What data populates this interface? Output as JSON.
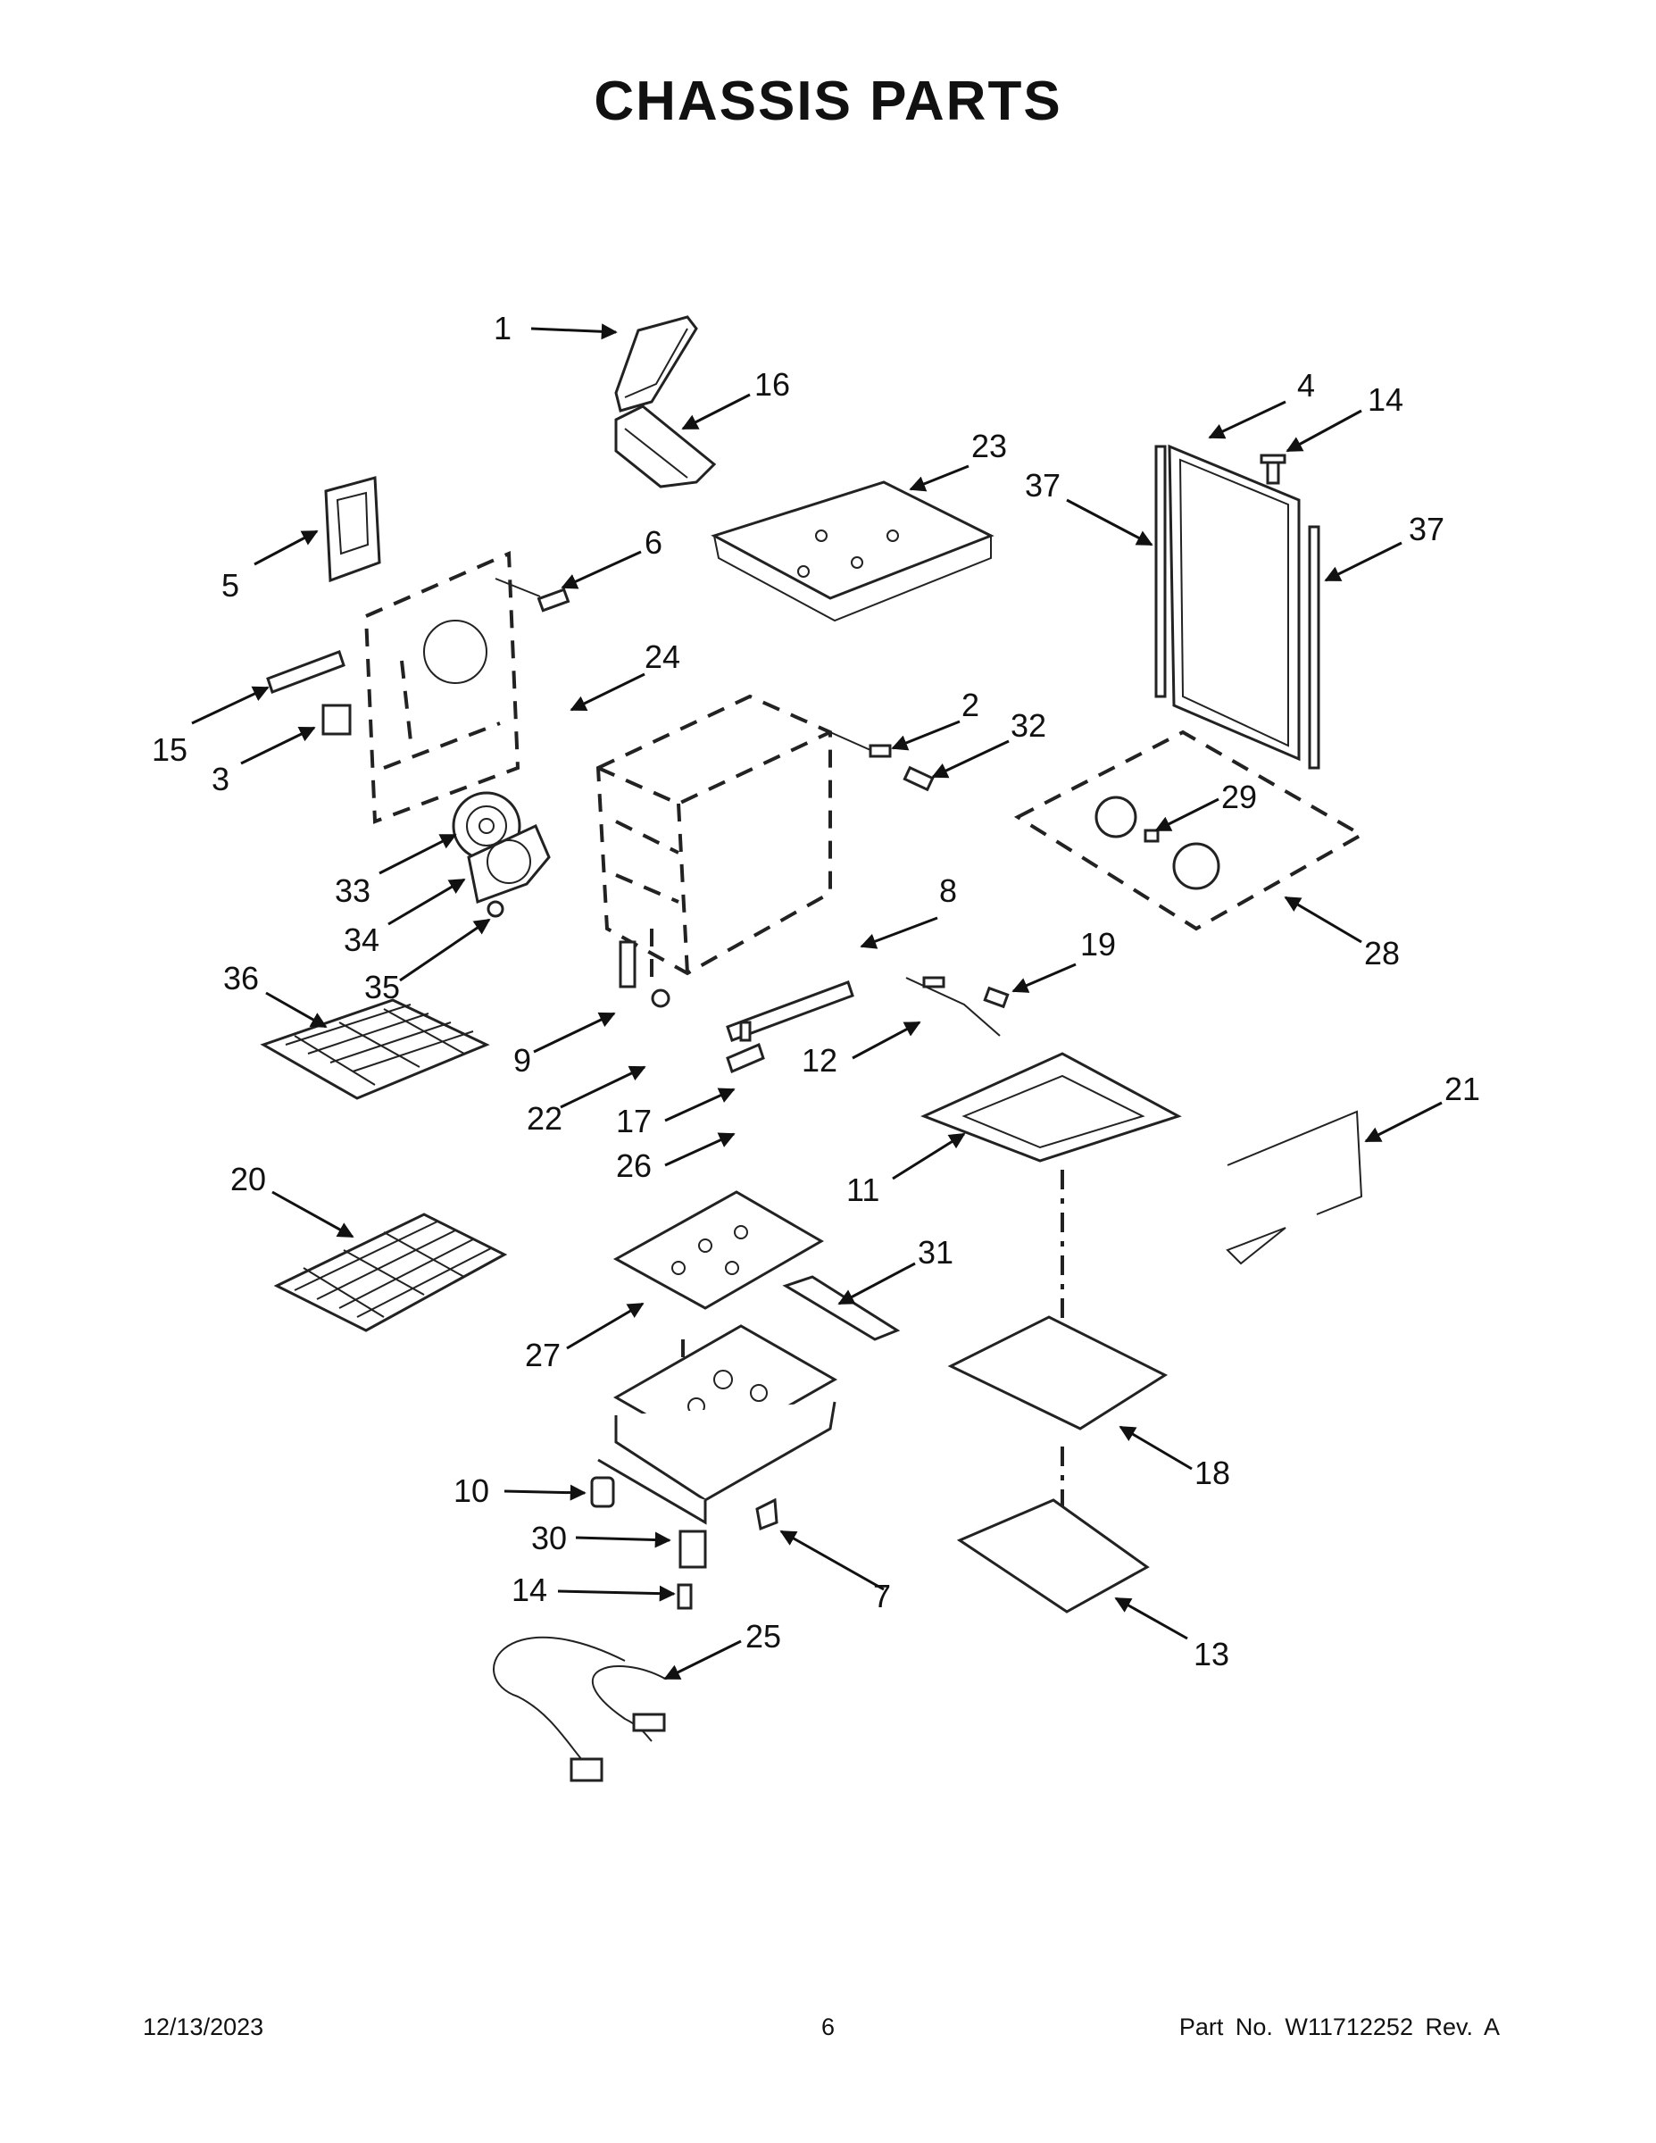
{
  "title": "CHASSIS PARTS",
  "footer": {
    "date": "12/13/2023",
    "page": "6",
    "part_no": "Part No.  W11712252  Rev.  A"
  },
  "callouts": {
    "c1": "1",
    "c2": "2",
    "c3": "3",
    "c4": "4",
    "c5": "5",
    "c6": "6",
    "c7": "7",
    "c8": "8",
    "c9": "9",
    "c10": "10",
    "c11": "11",
    "c12": "12",
    "c13": "13",
    "c14a": "14",
    "c14b": "14",
    "c15": "15",
    "c16": "16",
    "c17": "17",
    "c18": "18",
    "c19": "19",
    "c20": "20",
    "c21": "21",
    "c22": "22",
    "c23": "23",
    "c24": "24",
    "c25": "25",
    "c26": "26",
    "c27": "27",
    "c28": "28",
    "c29": "29",
    "c30": "30",
    "c31": "31",
    "c32": "32",
    "c33": "33",
    "c34": "34",
    "c35": "35",
    "c36": "36",
    "c37a": "37",
    "c37b": "37"
  }
}
